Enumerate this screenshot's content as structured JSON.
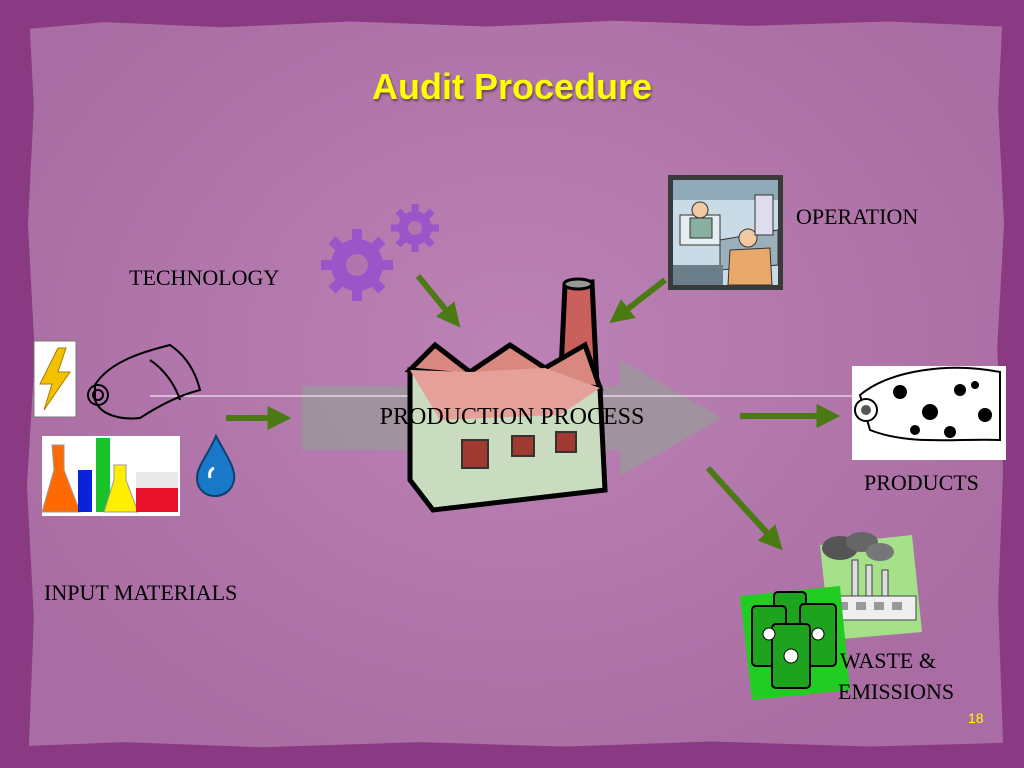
{
  "slide": {
    "title": "Audit Procedure",
    "slide_number": "18"
  },
  "labels": {
    "technology": "TECHNOLOGY",
    "operation": "OPERATION",
    "production_process": "PRODUCTION  PROCESS",
    "products": "PRODUCTS",
    "input_materials": "INPUT MATERIALS",
    "waste_line1": "WASTE &",
    "waste_line2": "EMISSIONS"
  },
  "colors": {
    "background": "#b474ad",
    "border": "#8a3a82",
    "title": "#ffff00",
    "arrow": "#4b7a14",
    "process_arrow": "#9a9a9a",
    "gear": "#9a56c8"
  },
  "icons": [
    "gears-icon",
    "factory-icon",
    "operator-icon",
    "lightning-icon",
    "rolled-cloth-icon",
    "lab-flasks-icon",
    "water-drop-icon",
    "printed-fabric-icon",
    "toxic-barrels-icon",
    "polluting-plant-icon"
  ]
}
